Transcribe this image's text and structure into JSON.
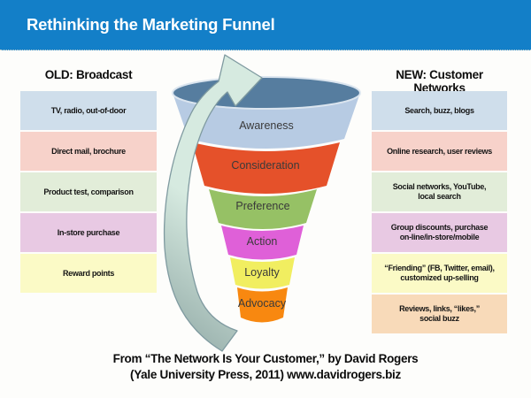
{
  "header": {
    "title": "Rethinking the Marketing Funnel",
    "bg_color": "#137fc8",
    "text_color": "#ffffff"
  },
  "left_column": {
    "heading": "OLD: Broadcast",
    "items": [
      {
        "label": "TV, radio, out-of-door",
        "color": "#cfdeeb"
      },
      {
        "label": "Direct mail, brochure",
        "color": "#f7d2ca"
      },
      {
        "label": "Product test, comparison",
        "color": "#e2edd9"
      },
      {
        "label": "In-store purchase",
        "color": "#e8c9e3"
      },
      {
        "label": "Reward points",
        "color": "#fbfac6"
      }
    ]
  },
  "right_column": {
    "heading": "NEW: Customer Networks",
    "items": [
      {
        "label": "Search, buzz, blogs",
        "color": "#cfdeeb"
      },
      {
        "label": "Online research, user reviews",
        "color": "#f7d2ca"
      },
      {
        "label": "Social networks, YouTube,\nlocal search",
        "color": "#e2edd9"
      },
      {
        "label": "Group discounts, purchase\non-line/in-store/mobile",
        "color": "#e8c9e3"
      },
      {
        "label": "“Friending” (FB, Twitter, email),\ncustomized up-selling",
        "color": "#fbfac6"
      },
      {
        "label": "Reviews, links, “likes,”\nsocial buzz",
        "color": "#f8dab9"
      }
    ]
  },
  "funnel": {
    "mouth_color": "#567d9f",
    "rim_color": "#dbe5ef",
    "levels": [
      {
        "label": "Awareness",
        "color": "#b7cbe3"
      },
      {
        "label": "Consideration",
        "color": "#e5512a"
      },
      {
        "label": "Preference",
        "color": "#96c165"
      },
      {
        "label": "Action",
        "color": "#df60d8"
      },
      {
        "label": "Loyalty",
        "color": "#f1ee60"
      },
      {
        "label": "Advocacy",
        "color": "#f88810"
      }
    ],
    "arrow": {
      "tail_color": "#8fa7a4",
      "head_color": "#d6eae0",
      "outline_color": "#7f9aa0"
    }
  },
  "footer": {
    "line1": "From “The Network Is Your Customer,” by David Rogers",
    "line2": "(Yale University Press, 2011) www.davidrogers.biz"
  }
}
